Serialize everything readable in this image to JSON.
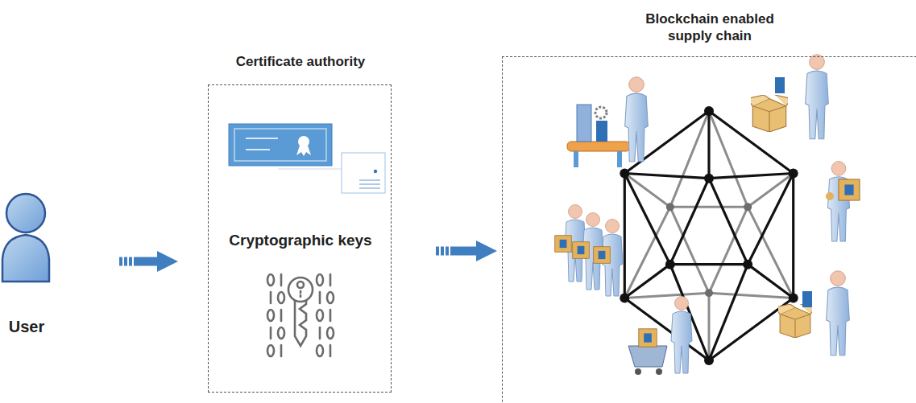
{
  "diagram": {
    "nodes": [
      {
        "text": [
          "User"
        ]
      },
      {
        "text": [
          "Certificate authority",
          "Cryptographic keys"
        ]
      },
      {
        "text": [
          "Blockchain enabled supply chain"
        ]
      }
    ],
    "edges": [
      {
        "from": 0,
        "to": 1,
        "arrow": "to"
      },
      {
        "from": 1,
        "to": 2,
        "arrow": "to"
      }
    ]
  }
}
